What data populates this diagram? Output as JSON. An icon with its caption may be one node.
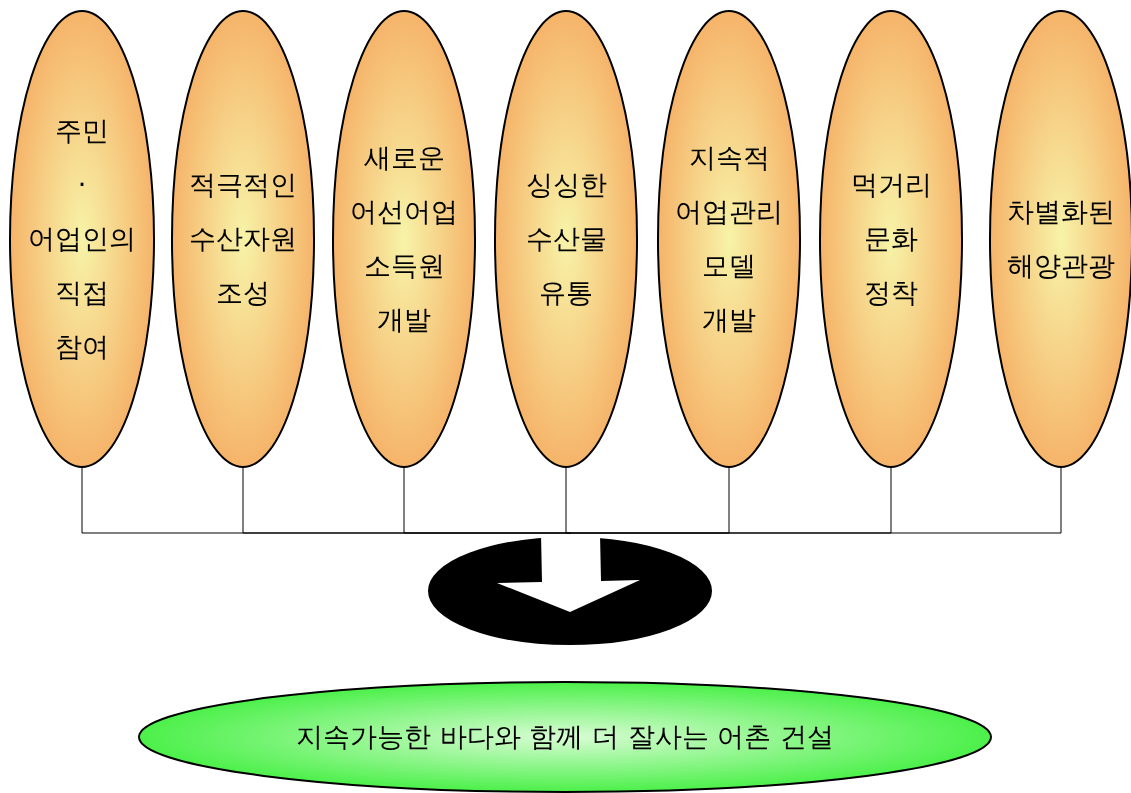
{
  "diagram": {
    "nodes": [
      {
        "text": [
          "주민 · 어업인의 직접 참여"
        ]
      },
      {
        "text": [
          "적극적인 수산자원 조성"
        ]
      },
      {
        "text": [
          "새로운 어선어업 소득원 개발"
        ]
      },
      {
        "text": [
          "싱싱한 수산물 유통"
        ]
      },
      {
        "text": [
          "지속적 어업관리 모델 개발"
        ]
      },
      {
        "text": [
          "먹거리 문화 정착"
        ]
      },
      {
        "text": [
          "차별화된 해양관광"
        ]
      },
      {
        "text": [],
        "shape": "ellipse"
      },
      {
        "text": [
          "지속가능한 바다와 함께 더 잘사는 어촌 건설"
        ]
      }
    ],
    "edges": [
      {
        "from": 0,
        "to": 7,
        "arrow": "none"
      },
      {
        "from": 1,
        "to": 7,
        "arrow": "none"
      },
      {
        "from": 2,
        "to": 7,
        "arrow": "none"
      },
      {
        "from": 3,
        "to": 7,
        "arrow": "none"
      },
      {
        "from": 4,
        "to": 7,
        "arrow": "none"
      },
      {
        "from": 5,
        "to": 7,
        "arrow": "none"
      },
      {
        "from": 6,
        "to": 7,
        "arrow": "none"
      }
    ]
  }
}
